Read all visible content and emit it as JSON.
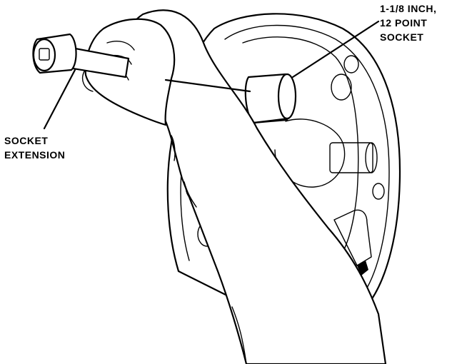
{
  "labels": {
    "socket_line1": "1-1/8 INCH,",
    "socket_line2": "12 POINT",
    "socket_line3": "SOCKET",
    "extension_line1": "SOCKET",
    "extension_line2": "EXTENSION"
  },
  "colors": {
    "ink": "#000000",
    "paper": "#ffffff"
  }
}
